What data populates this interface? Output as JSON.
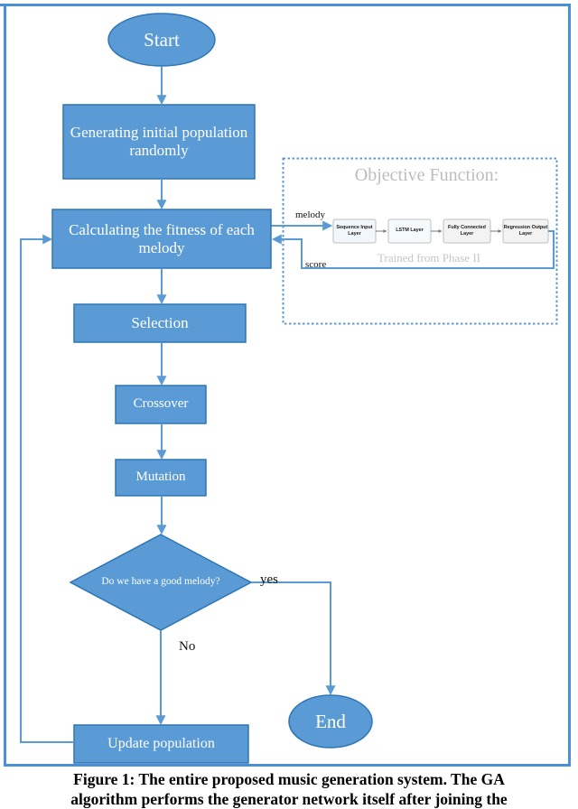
{
  "figure": {
    "caption_line1": "Figure 1: The entire proposed music generation system. The GA",
    "caption_line2": "algorithm performs the generator network itself after joining the"
  },
  "colors": {
    "node_fill": "#5B9BD5",
    "node_stroke": "#2E75B6",
    "connector": "#5B9BD5",
    "frame": "#4A90D9",
    "objective_text": "#BDBDBD",
    "nn_box_fill": "#F2F7FB",
    "nn_box_stroke": "#BFBFBF"
  },
  "flowchart": {
    "nodes": {
      "start": {
        "label": "Start",
        "shape": "ellipse"
      },
      "generate_population": {
        "label": "Generating initial population randomly",
        "shape": "rect"
      },
      "calculate_fitness": {
        "label": "Calculating the fitness of each melody",
        "shape": "rect"
      },
      "selection": {
        "label": "Selection",
        "shape": "rect"
      },
      "crossover": {
        "label": "Crossover",
        "shape": "rect"
      },
      "mutation": {
        "label": "Mutation",
        "shape": "rect"
      },
      "decision": {
        "label": "Do we have a good melody?",
        "shape": "diamond"
      },
      "update_population": {
        "label": "Update population",
        "shape": "rect"
      },
      "end": {
        "label": "End",
        "shape": "ellipse"
      }
    },
    "edge_labels": {
      "yes": "yes",
      "no": "No",
      "melody": "melody",
      "score": "score"
    }
  },
  "objective_function": {
    "title": "Objective Function:",
    "subtitle": "Trained from Phase II",
    "layers": [
      {
        "label": "Sequence Input Layer"
      },
      {
        "label": "LSTM Layer"
      },
      {
        "label": "Fully Connected Layer"
      },
      {
        "label": "Regression Output Layer"
      }
    ]
  }
}
